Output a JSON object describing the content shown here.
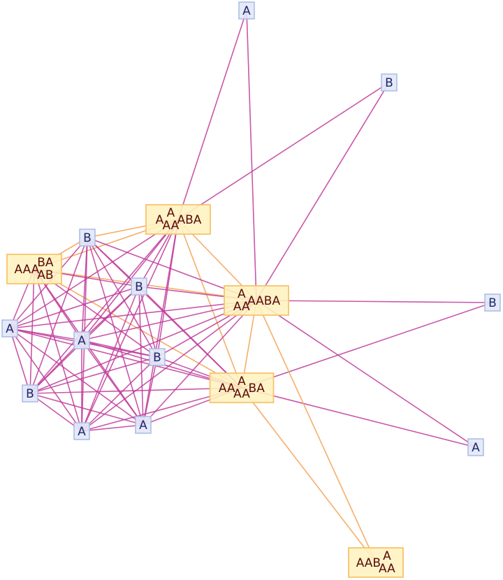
{
  "colors": {
    "edge_small": "#c0399a",
    "edge_big": "#f5a55a",
    "small_fill": "#e3e8f7",
    "small_stroke": "#a9bbe6",
    "small_text": "#1a2a6c",
    "big_fill": "#fff2bf",
    "big_stroke": "#f7c46c",
    "big_text": "#5a0a0a"
  },
  "nodes": [
    {
      "id": "n0",
      "kind": "small",
      "label": "A"
    },
    {
      "id": "n1",
      "kind": "small",
      "label": "B"
    },
    {
      "id": "n2",
      "kind": "big",
      "parts": [
        {
          "t": "A",
          "pos": "mid"
        },
        {
          "t": "A",
          "pos": "sup"
        },
        {
          "t": "AA",
          "pos": "sub"
        },
        {
          "t": "ABA",
          "pos": "mid"
        }
      ]
    },
    {
      "id": "n3",
      "kind": "small",
      "label": "B"
    },
    {
      "id": "n4",
      "kind": "big",
      "parts": [
        {
          "t": "AAA",
          "pos": "mid"
        },
        {
          "t": "BA",
          "pos": "sup"
        },
        {
          "t": "AB",
          "pos": "sub"
        }
      ]
    },
    {
      "id": "n5",
      "kind": "small",
      "label": "B"
    },
    {
      "id": "n6",
      "kind": "big",
      "parts": [
        {
          "t": "A",
          "pos": "sup"
        },
        {
          "t": "AA",
          "pos": "sub"
        },
        {
          "t": "AABA",
          "pos": "mid"
        }
      ]
    },
    {
      "id": "n7",
      "kind": "small",
      "label": "B"
    },
    {
      "id": "n8",
      "kind": "small",
      "label": "A"
    },
    {
      "id": "n9",
      "kind": "small",
      "label": "A"
    },
    {
      "id": "n10",
      "kind": "small",
      "label": "B"
    },
    {
      "id": "n11",
      "kind": "big",
      "parts": [
        {
          "t": "AA",
          "pos": "mid"
        },
        {
          "t": "A",
          "pos": "sup"
        },
        {
          "t": "AA",
          "pos": "sub"
        },
        {
          "t": "BA",
          "pos": "mid"
        }
      ]
    },
    {
      "id": "n12",
      "kind": "small",
      "label": "B"
    },
    {
      "id": "n13",
      "kind": "small",
      "label": "A"
    },
    {
      "id": "n14",
      "kind": "small",
      "label": "A"
    },
    {
      "id": "n15",
      "kind": "small",
      "label": "A"
    },
    {
      "id": "n16",
      "kind": "big",
      "parts": [
        {
          "t": "AAB",
          "pos": "mid"
        },
        {
          "t": "A",
          "pos": "sup"
        },
        {
          "t": "AA",
          "pos": "sub"
        }
      ]
    }
  ],
  "edges": [
    [
      "n0",
      "n2",
      "s"
    ],
    [
      "n0",
      "n6",
      "s"
    ],
    [
      "n1",
      "n2",
      "s"
    ],
    [
      "n1",
      "n6",
      "s"
    ],
    [
      "n7",
      "n6",
      "s"
    ],
    [
      "n7",
      "n11",
      "s"
    ],
    [
      "n15",
      "n6",
      "s"
    ],
    [
      "n15",
      "n11",
      "s"
    ],
    [
      "n2",
      "n4",
      "b"
    ],
    [
      "n2",
      "n6",
      "b"
    ],
    [
      "n2",
      "n11",
      "b"
    ],
    [
      "n2",
      "n3",
      "b"
    ],
    [
      "n4",
      "n6",
      "b"
    ],
    [
      "n4",
      "n11",
      "b"
    ],
    [
      "n4",
      "n3",
      "b"
    ],
    [
      "n6",
      "n11",
      "b"
    ],
    [
      "n6",
      "n16",
      "b"
    ],
    [
      "n11",
      "n16",
      "b"
    ],
    [
      "n3",
      "n5",
      "s"
    ],
    [
      "n3",
      "n8",
      "s"
    ],
    [
      "n3",
      "n9",
      "s"
    ],
    [
      "n3",
      "n10",
      "s"
    ],
    [
      "n3",
      "n12",
      "s"
    ],
    [
      "n3",
      "n13",
      "s"
    ],
    [
      "n3",
      "n14",
      "s"
    ],
    [
      "n3",
      "n6",
      "s"
    ],
    [
      "n3",
      "n11",
      "s"
    ],
    [
      "n5",
      "n8",
      "s"
    ],
    [
      "n5",
      "n9",
      "s"
    ],
    [
      "n5",
      "n10",
      "s"
    ],
    [
      "n5",
      "n12",
      "s"
    ],
    [
      "n5",
      "n13",
      "s"
    ],
    [
      "n5",
      "n14",
      "s"
    ],
    [
      "n5",
      "n2",
      "s"
    ],
    [
      "n5",
      "n11",
      "s"
    ],
    [
      "n5",
      "n6",
      "s"
    ],
    [
      "n8",
      "n9",
      "s"
    ],
    [
      "n8",
      "n10",
      "s"
    ],
    [
      "n8",
      "n12",
      "s"
    ],
    [
      "n8",
      "n13",
      "s"
    ],
    [
      "n8",
      "n14",
      "s"
    ],
    [
      "n8",
      "n2",
      "s"
    ],
    [
      "n8",
      "n6",
      "s"
    ],
    [
      "n8",
      "n11",
      "s"
    ],
    [
      "n8",
      "n4",
      "s"
    ],
    [
      "n9",
      "n10",
      "s"
    ],
    [
      "n9",
      "n12",
      "s"
    ],
    [
      "n9",
      "n13",
      "s"
    ],
    [
      "n9",
      "n14",
      "s"
    ],
    [
      "n9",
      "n2",
      "s"
    ],
    [
      "n9",
      "n6",
      "s"
    ],
    [
      "n9",
      "n11",
      "s"
    ],
    [
      "n9",
      "n4",
      "s"
    ],
    [
      "n10",
      "n12",
      "s"
    ],
    [
      "n10",
      "n13",
      "s"
    ],
    [
      "n10",
      "n14",
      "s"
    ],
    [
      "n10",
      "n2",
      "s"
    ],
    [
      "n10",
      "n6",
      "s"
    ],
    [
      "n10",
      "n11",
      "s"
    ],
    [
      "n10",
      "n4",
      "s"
    ],
    [
      "n12",
      "n13",
      "s"
    ],
    [
      "n12",
      "n14",
      "s"
    ],
    [
      "n12",
      "n2",
      "s"
    ],
    [
      "n12",
      "n6",
      "s"
    ],
    [
      "n12",
      "n11",
      "s"
    ],
    [
      "n12",
      "n4",
      "s"
    ],
    [
      "n13",
      "n14",
      "s"
    ],
    [
      "n13",
      "n2",
      "s"
    ],
    [
      "n13",
      "n6",
      "s"
    ],
    [
      "n13",
      "n11",
      "s"
    ],
    [
      "n13",
      "n4",
      "s"
    ],
    [
      "n14",
      "n2",
      "s"
    ],
    [
      "n14",
      "n6",
      "s"
    ],
    [
      "n14",
      "n11",
      "s"
    ],
    [
      "n14",
      "n4",
      "s"
    ],
    [
      "n4",
      "n5",
      "s"
    ]
  ]
}
